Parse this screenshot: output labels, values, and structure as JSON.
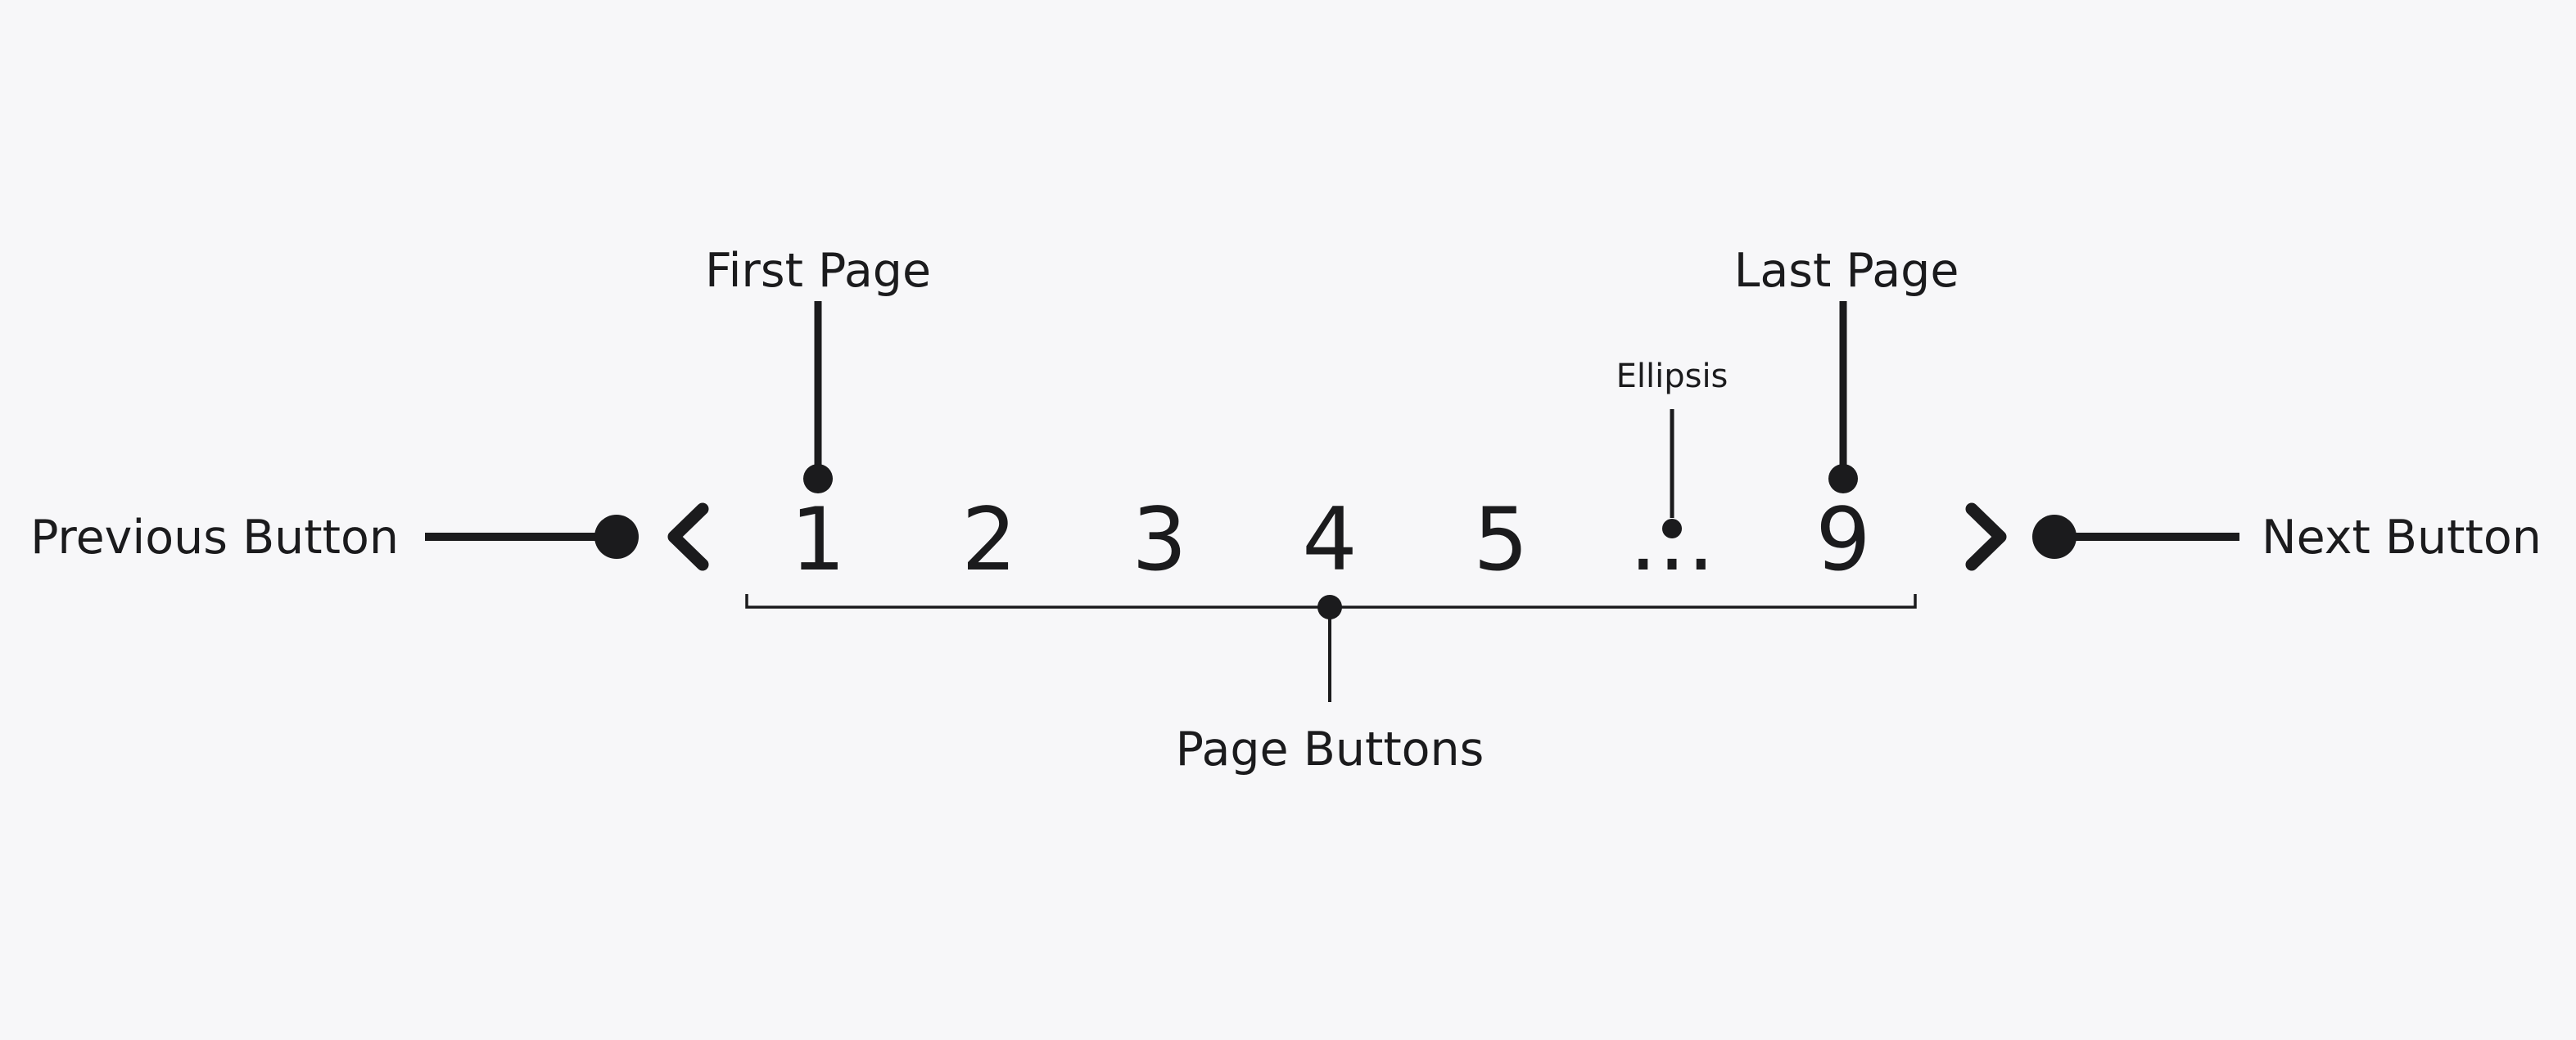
{
  "colors": {
    "background": "#f7f7f9",
    "ink": "#1b1b1d"
  },
  "pagination": {
    "prev_icon": "chevron-left",
    "next_icon": "chevron-right",
    "pages": [
      "1",
      "2",
      "3",
      "4",
      "5",
      "…",
      "9"
    ]
  },
  "annotations": {
    "previous_button": "Previous Button",
    "next_button": "Next Button",
    "first_page": "First Page",
    "last_page": "Last Page",
    "ellipsis": "Ellipsis",
    "page_buttons": "Page Buttons"
  }
}
